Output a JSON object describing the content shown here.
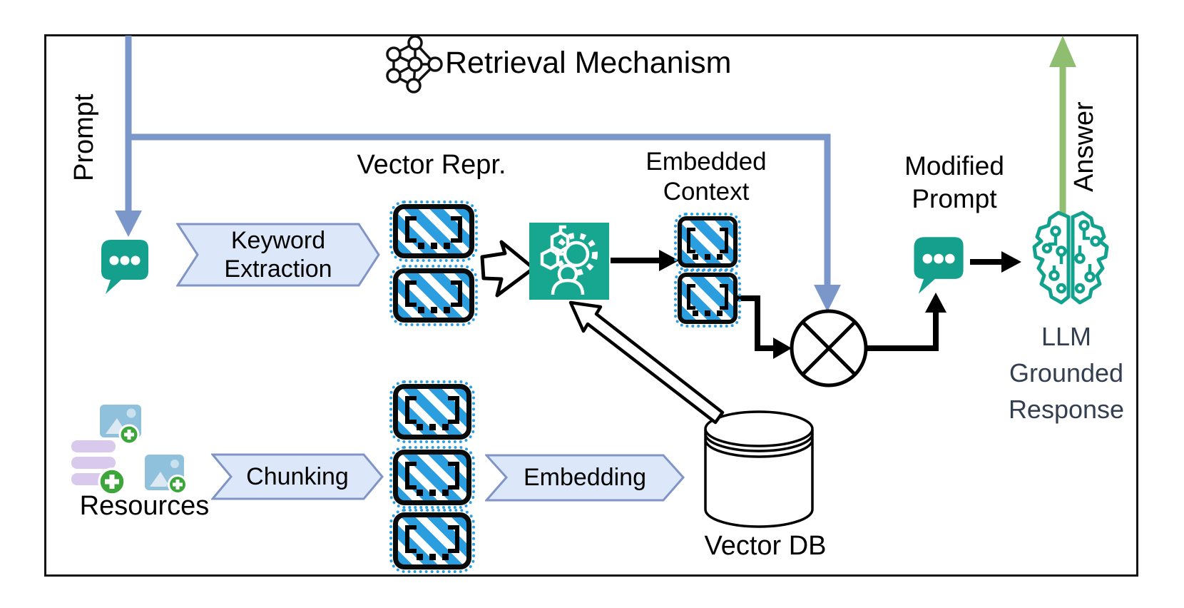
{
  "diagram": {
    "title": "Retrieval Mechanism",
    "flow_labels": {
      "prompt": "Prompt",
      "answer": "Answer",
      "vector_repr": "Vector Repr.",
      "embedded_context": [
        "Embedded",
        "Context"
      ],
      "modified_prompt": [
        "Modified",
        "Prompt"
      ],
      "llm_response": [
        "LLM",
        "Grounded",
        "Response"
      ],
      "resources": "Resources",
      "vector_db": "Vector DB"
    },
    "steps": {
      "keyword_extraction": [
        "Keyword",
        "Extraction"
      ],
      "chunking": "Chunking",
      "embedding": "Embedding"
    },
    "colors": {
      "teal": "#14a08d",
      "steel_blue": "#7b96c8",
      "banner_fill": "#dce8fa",
      "banner_border": "#8095c5",
      "stripe_blue": "#2b9edf",
      "answer_green": "#8fbe70",
      "dark_label": "#333e50",
      "purple_bar": "#d9c9ec",
      "image_blue": "#8fc0dc",
      "plus_green": "#3da63a"
    },
    "icons": {
      "neural_network": "neural-network-icon",
      "prompt_bubble": "chat-bubble-icon",
      "retrieval_agent": "agent-gear-person-icon",
      "mixer": "multiply-circle-node",
      "llm_brain": "brain-circuit-icon",
      "vector_db": "database-cylinder-icon",
      "resources": "documents-and-images-icons"
    }
  }
}
